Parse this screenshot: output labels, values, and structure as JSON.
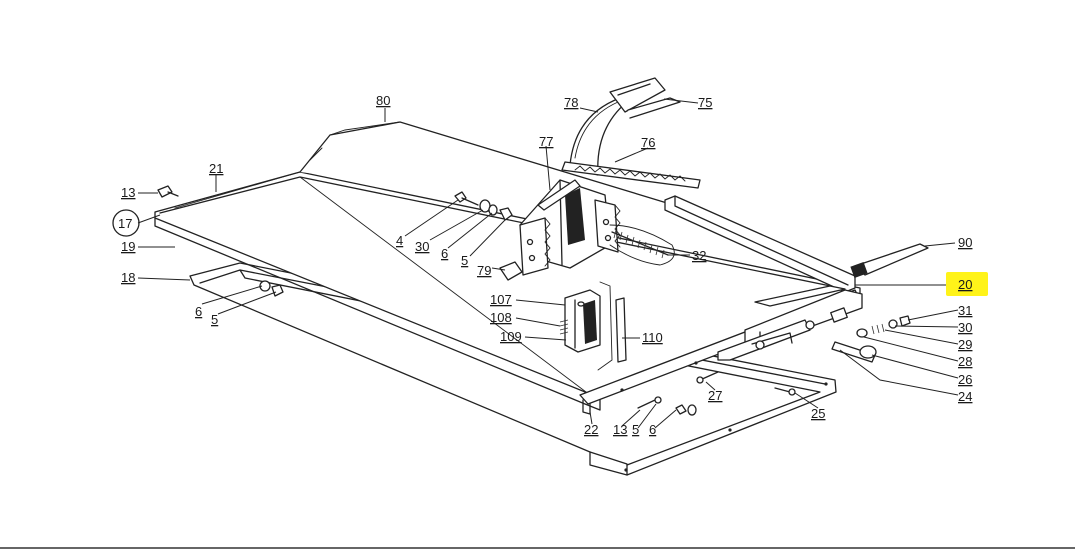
{
  "diagram": {
    "highlight_color": "#fff200",
    "line_color": "#222222",
    "highlighted_label": "20",
    "circled_label": "17",
    "labels": [
      {
        "id": "p80",
        "text": "80"
      },
      {
        "id": "p78",
        "text": "78"
      },
      {
        "id": "p75",
        "text": "75"
      },
      {
        "id": "p77",
        "text": "77"
      },
      {
        "id": "p76",
        "text": "76"
      },
      {
        "id": "p21",
        "text": "21"
      },
      {
        "id": "p13a",
        "text": "13"
      },
      {
        "id": "p17",
        "text": "17"
      },
      {
        "id": "p19",
        "text": "19"
      },
      {
        "id": "p18",
        "text": "18"
      },
      {
        "id": "p4",
        "text": "4"
      },
      {
        "id": "p30a",
        "text": "30"
      },
      {
        "id": "p6a",
        "text": "6"
      },
      {
        "id": "p5a",
        "text": "5"
      },
      {
        "id": "p79",
        "text": "79"
      },
      {
        "id": "p32",
        "text": "32"
      },
      {
        "id": "p90",
        "text": "90"
      },
      {
        "id": "p20",
        "text": "20"
      },
      {
        "id": "p31",
        "text": "31"
      },
      {
        "id": "p30b",
        "text": "30"
      },
      {
        "id": "p29",
        "text": "29"
      },
      {
        "id": "p28",
        "text": "28"
      },
      {
        "id": "p26",
        "text": "26"
      },
      {
        "id": "p24",
        "text": "24"
      },
      {
        "id": "p107",
        "text": "107"
      },
      {
        "id": "p108",
        "text": "108"
      },
      {
        "id": "p109",
        "text": "109"
      },
      {
        "id": "p110",
        "text": "110"
      },
      {
        "id": "p6b",
        "text": "6"
      },
      {
        "id": "p5b",
        "text": "5"
      },
      {
        "id": "p27",
        "text": "27"
      },
      {
        "id": "p25",
        "text": "25"
      },
      {
        "id": "p22",
        "text": "22"
      },
      {
        "id": "p13b",
        "text": "13"
      },
      {
        "id": "p5c",
        "text": "5"
      },
      {
        "id": "p6c",
        "text": "6"
      }
    ]
  }
}
